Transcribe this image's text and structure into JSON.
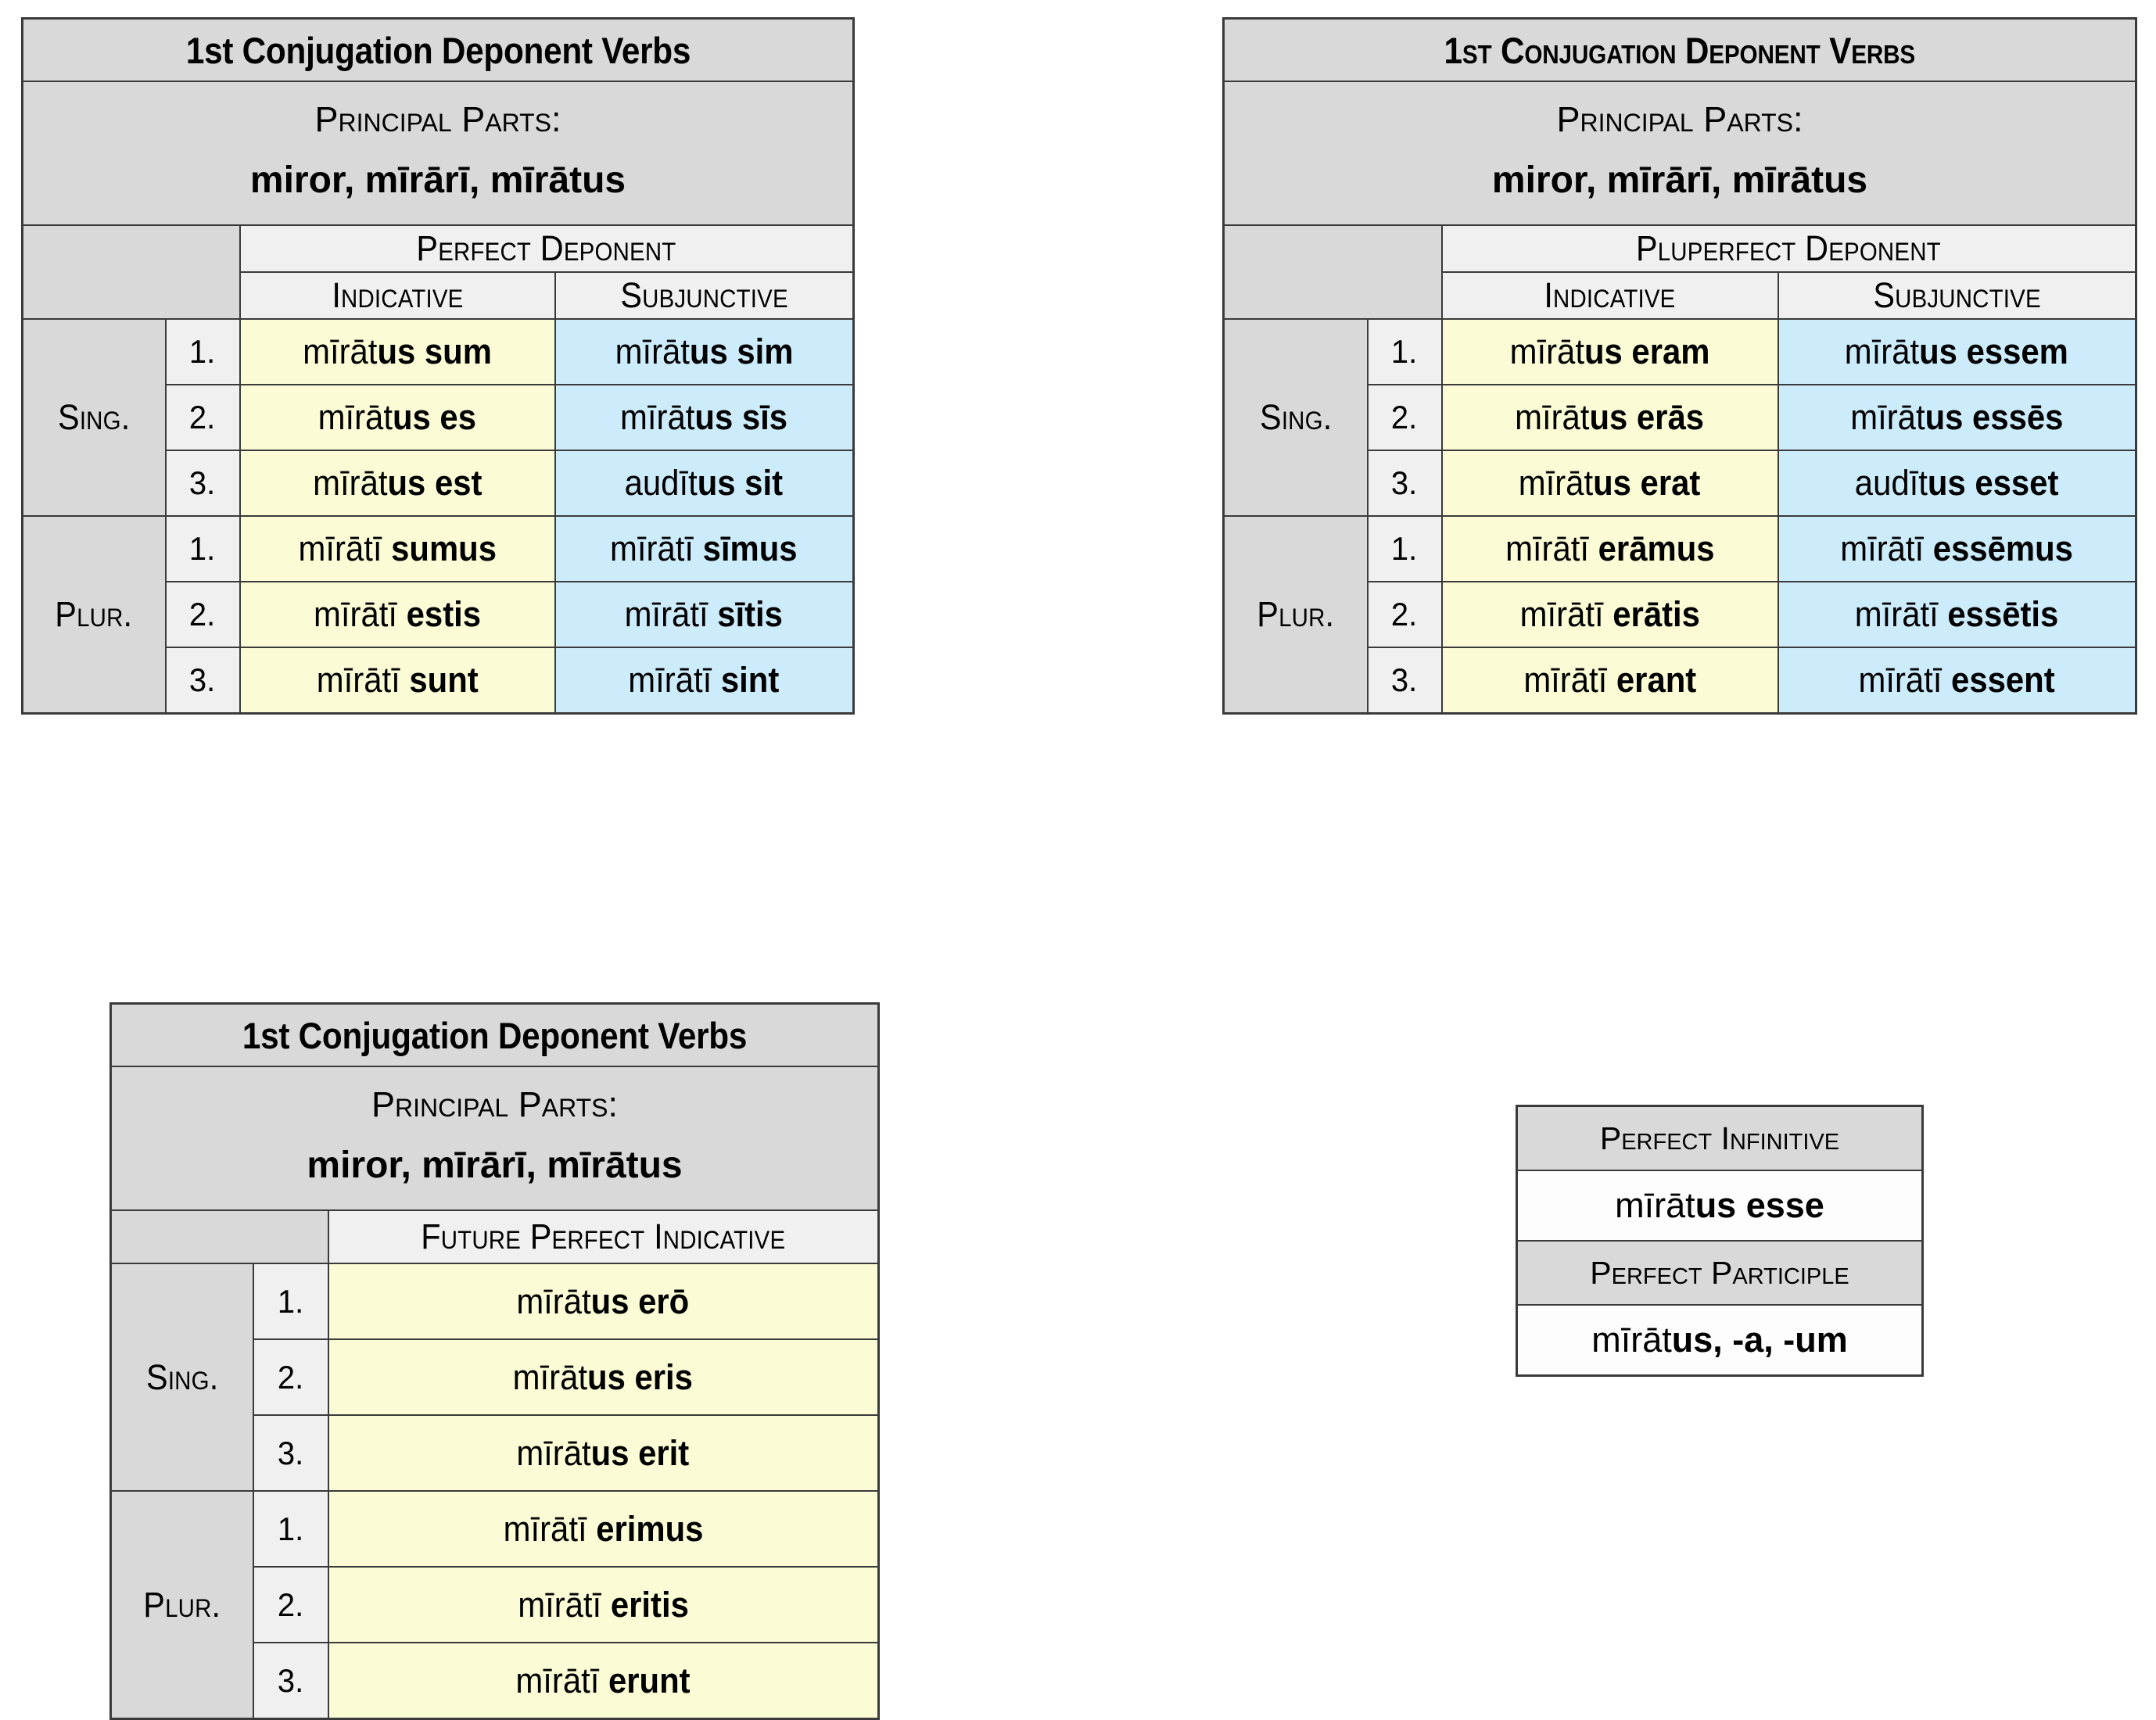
{
  "colors": {
    "header_gray": "#d9d9d9",
    "subheader_gray": "#f0f0f0",
    "indicative_yellow": "#fbfbd5",
    "subjunctive_blue": "#ccebfb",
    "border": "#3a3a3a"
  },
  "labels": {
    "principal_parts_label": "Principal Parts:",
    "principal_parts_forms": "miror, mīrārī, mīrātus",
    "indicative": "Indicative",
    "subjunctive": "Subjunctive",
    "sing": "Sing.",
    "plur": "Plur.",
    "n1": "1.",
    "n2": "2.",
    "n3": "3."
  },
  "tables": {
    "perfect": {
      "title": "1st Conjugation Deponent Verbs",
      "tense_header": "Perfect Deponent",
      "rows": [
        {
          "number": "1.",
          "group": "Sing.",
          "indicative_plain": "mīrāt",
          "indicative_bold": "us sum",
          "subjunctive_plain": "mīrāt",
          "subjunctive_bold": "us sim"
        },
        {
          "number": "2.",
          "group": "Sing.",
          "indicative_plain": "mīrāt",
          "indicative_bold": "us es",
          "subjunctive_plain": "mīrāt",
          "subjunctive_bold": "us sīs"
        },
        {
          "number": "3.",
          "group": "Sing.",
          "indicative_plain": "mīrāt",
          "indicative_bold": "us est",
          "subjunctive_plain": "audīt",
          "subjunctive_bold": "us sit"
        },
        {
          "number": "1.",
          "group": "Plur.",
          "indicative_plain": "mīrātī ",
          "indicative_bold": "sumus",
          "subjunctive_plain": "mīrātī ",
          "subjunctive_bold": "sīmus"
        },
        {
          "number": "2.",
          "group": "Plur.",
          "indicative_plain": "mīrātī ",
          "indicative_bold": "estis",
          "subjunctive_plain": "mīrātī ",
          "subjunctive_bold": "sītis"
        },
        {
          "number": "3.",
          "group": "Plur.",
          "indicative_plain": "mīrātī ",
          "indicative_bold": "sunt",
          "subjunctive_plain": "mīrātī ",
          "subjunctive_bold": "sint"
        }
      ]
    },
    "pluperfect": {
      "title": "1st Conjugation Deponent Verbs",
      "tense_header": "Pluperfect Deponent",
      "rows": [
        {
          "number": "1.",
          "group": "Sing.",
          "indicative_plain": "mīrāt",
          "indicative_bold": "us eram",
          "subjunctive_plain": "mīrāt",
          "subjunctive_bold": "us essem"
        },
        {
          "number": "2.",
          "group": "Sing.",
          "indicative_plain": "mīrāt",
          "indicative_bold": "us erās",
          "subjunctive_plain": "mīrāt",
          "subjunctive_bold": "us essēs"
        },
        {
          "number": "3.",
          "group": "Sing.",
          "indicative_plain": "mīrāt",
          "indicative_bold": "us erat",
          "subjunctive_plain": "audīt",
          "subjunctive_bold": "us esset"
        },
        {
          "number": "1.",
          "group": "Plur.",
          "indicative_plain": "mīrātī ",
          "indicative_bold": "erāmus",
          "subjunctive_plain": "mīrātī ",
          "subjunctive_bold": "essēmus"
        },
        {
          "number": "2.",
          "group": "Plur.",
          "indicative_plain": "mīrātī ",
          "indicative_bold": "erātis",
          "subjunctive_plain": "mīrātī ",
          "subjunctive_bold": "essētis"
        },
        {
          "number": "3.",
          "group": "Plur.",
          "indicative_plain": "mīrātī ",
          "indicative_bold": "erant",
          "subjunctive_plain": "mīrātī ",
          "subjunctive_bold": "essent"
        }
      ]
    },
    "future_perfect": {
      "title": "1st Conjugation Deponent Verbs",
      "tense_header": "Future Perfect Indicative",
      "rows": [
        {
          "number": "1.",
          "group": "Sing.",
          "form_plain": "mīrāt",
          "form_bold": "us erō"
        },
        {
          "number": "2.",
          "group": "Sing.",
          "form_plain": "mīrāt",
          "form_bold": "us eris"
        },
        {
          "number": "3.",
          "group": "Sing.",
          "form_plain": "mīrāt",
          "form_bold": "us erit"
        },
        {
          "number": "1.",
          "group": "Plur.",
          "form_plain": "mīrātī ",
          "form_bold": "erimus"
        },
        {
          "number": "2.",
          "group": "Plur.",
          "form_plain": "mīrātī ",
          "form_bold": "eritis"
        },
        {
          "number": "3.",
          "group": "Plur.",
          "form_plain": "mīrātī ",
          "form_bold": "erunt"
        }
      ]
    },
    "nonfinite": {
      "infinitive_header": "Perfect Infinitive",
      "infinitive_plain": "mīrāt",
      "infinitive_bold": "us esse",
      "participle_header": "Perfect Participle",
      "participle_plain": "mīrāt",
      "participle_bold": "us, -a, -um"
    }
  }
}
